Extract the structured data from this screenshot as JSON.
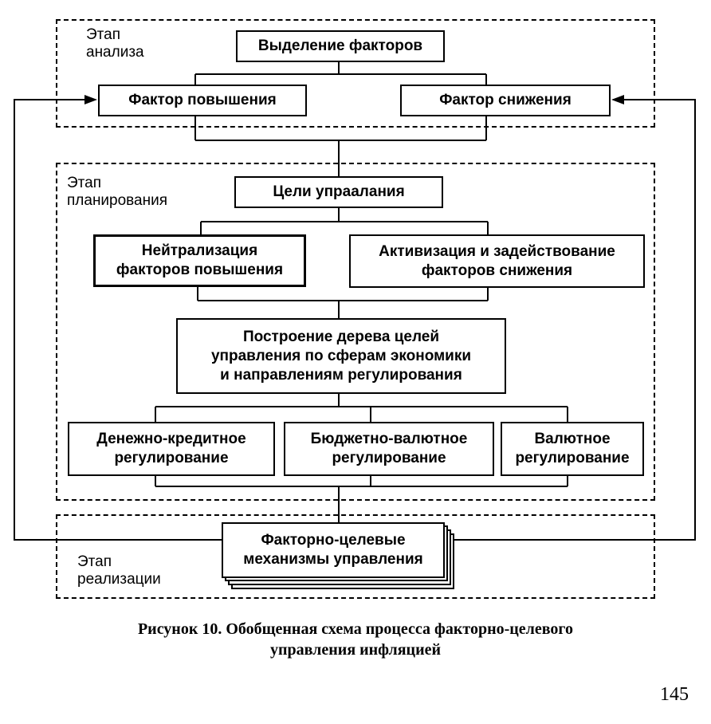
{
  "stages": {
    "analysis": "Этап\nанализа",
    "planning": "Этап\nпланирования",
    "realization": "Этап\nреализации"
  },
  "boxes": {
    "factor_selection": "Выделение факторов",
    "increase_factor": "Фактор повышения",
    "decrease_factor": "Фактор снижения",
    "management_goals": "Цели упраалания",
    "neutralization": "Нейтрализация\nфакторов повышения",
    "activation": "Активизация и задействование\nфакторов снижения",
    "goal_tree": "Построение дерева целей\nуправления по сферам экономики\nи направлениям регулирования",
    "monetary": "Денежно-кредитное\nрегулирование",
    "budget_currency": "Бюджетно-валютное\nрегулирование",
    "currency": "Валютное\nрегулирование",
    "mechanisms": "Факторно-целевые\nмеханизмы управления"
  },
  "caption": "Рисунок 10. Обобщенная схема процесса факторно-целевого\nуправления инфляцией",
  "page_number": "145"
}
